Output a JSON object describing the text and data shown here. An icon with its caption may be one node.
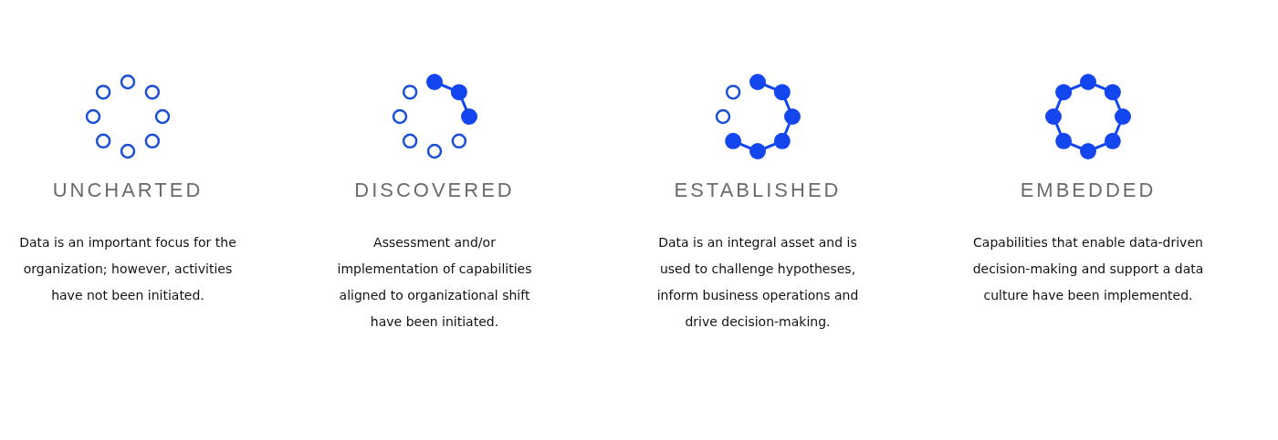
{
  "diagram": {
    "nodes": [
      {
        "text": [
          "UNCHARTED",
          "Data is an important focus for the organization; however, activities have not been initiated."
        ]
      },
      {
        "text": [
          "DISCOVERED",
          "Assessment and/or implementation of capabilities aligned to organizational shift have been initiated."
        ]
      },
      {
        "text": [
          "ESTABLISHED",
          "Data is an integral asset and is used to challenge hypotheses, inform business operations and drive decision-making."
        ]
      },
      {
        "text": [
          "EMBEDDED",
          "Capabilities that enable data-driven decision-making and support a data culture have been implemented."
        ]
      }
    ],
    "edges": []
  }
}
